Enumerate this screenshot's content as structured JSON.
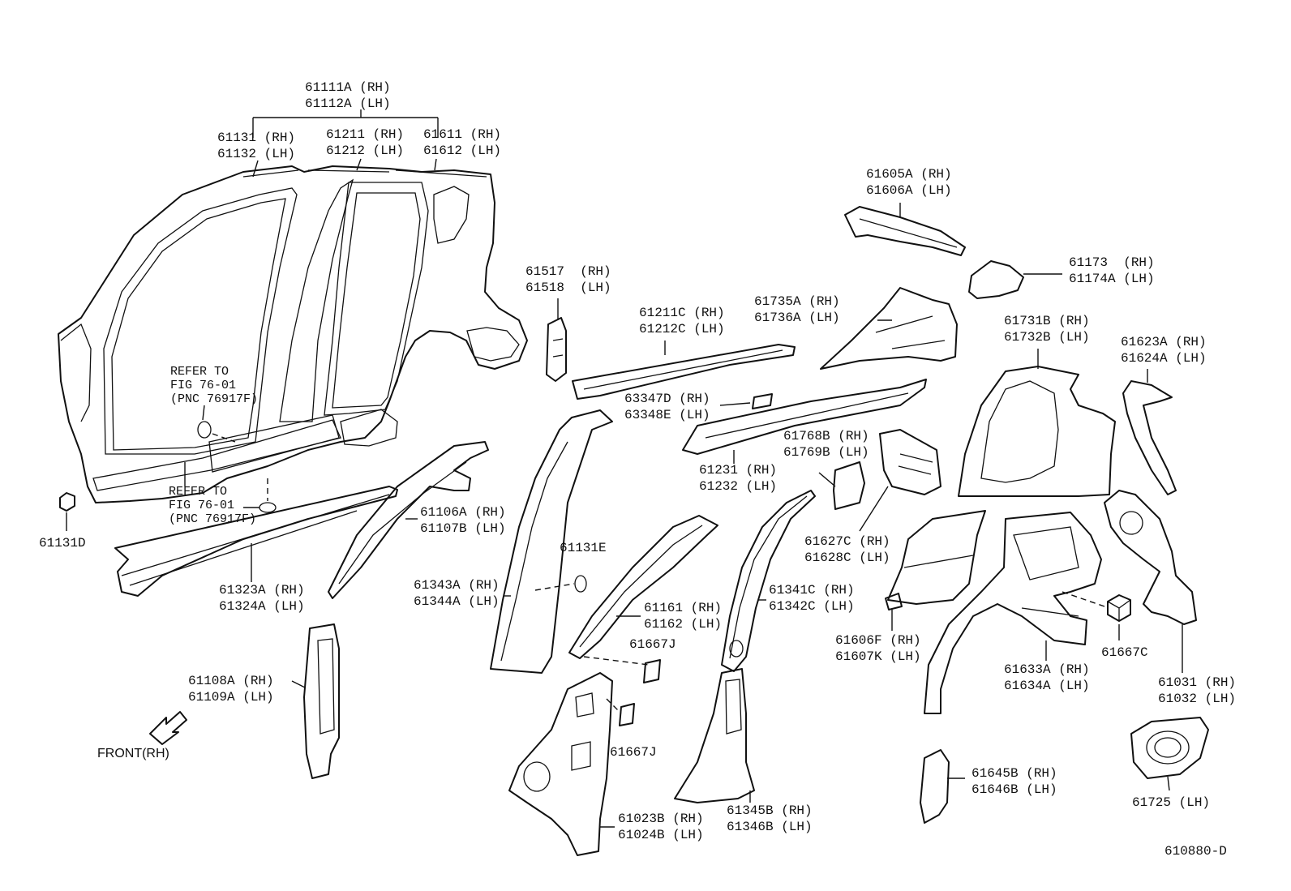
{
  "diagram_number": "610880-D",
  "front_indicator": "FRONT(RH)",
  "callouts": {
    "c_61111A": [
      "61111A (RH)",
      "61112A (LH)"
    ],
    "c_61131": [
      "61131 (RH)",
      "61132 (LH)"
    ],
    "c_61211": [
      "61211 (RH)",
      "61212 (LH)"
    ],
    "c_61611": [
      "61611 (RH)",
      "61612 (LH)"
    ],
    "c_61605A": [
      "61605A (RH)",
      "61606A (LH)"
    ],
    "c_61173": [
      "61173  (RH)",
      "61174A (LH)"
    ],
    "c_61517": [
      "61517  (RH)",
      "61518  (LH)"
    ],
    "c_61735A": [
      "61735A (RH)",
      "61736A (LH)"
    ],
    "c_61211C": [
      "61211C (RH)",
      "61212C (LH)"
    ],
    "c_61731B": [
      "61731B (RH)",
      "61732B (LH)"
    ],
    "c_61623A": [
      "61623A (RH)",
      "61624A (LH)"
    ],
    "c_refer1": [
      "REFER TO",
      "FIG 76-01",
      "(PNC 76917F)"
    ],
    "c_refer2": [
      "REFER TO",
      "FIG 76-01",
      "(PNC 76917F)"
    ],
    "c_63347D": [
      "63347D (RH)",
      "63348E (LH)"
    ],
    "c_61768B": [
      "61768B (RH)",
      "61769B (LH)"
    ],
    "c_61231": [
      "61231 (RH)",
      "61232 (LH)"
    ],
    "c_61131D": [
      "61131D"
    ],
    "c_61106A": [
      "61106A (RH)",
      "61107B (LH)"
    ],
    "c_61627C": [
      "61627C (RH)",
      "61628C (LH)"
    ],
    "c_61131E": [
      "61131E"
    ],
    "c_61323A": [
      "61323A (RH)",
      "61324A (LH)"
    ],
    "c_61343A": [
      "61343A (RH)",
      "61344A (LH)"
    ],
    "c_61341C": [
      "61341C (RH)",
      "61342C (LH)"
    ],
    "c_61161": [
      "61161 (RH)",
      "61162 (LH)"
    ],
    "c_61606F": [
      "61606F (RH)",
      "61607K (LH)"
    ],
    "c_61667J_a": [
      "61667J"
    ],
    "c_61667C": [
      "61667C"
    ],
    "c_61633A": [
      "61633A (RH)",
      "61634A (LH)"
    ],
    "c_61031": [
      "61031 (RH)",
      "61032 (LH)"
    ],
    "c_61108A": [
      "61108A (RH)",
      "61109A (LH)"
    ],
    "c_61667J_b": [
      "61667J"
    ],
    "c_61645B": [
      "61645B (RH)",
      "61646B (LH)"
    ],
    "c_61725": [
      "61725 (LH)"
    ],
    "c_61023B": [
      "61023B (RH)",
      "61024B (LH)"
    ],
    "c_61345B": [
      "61345B (RH)",
      "61346B (LH)"
    ]
  }
}
